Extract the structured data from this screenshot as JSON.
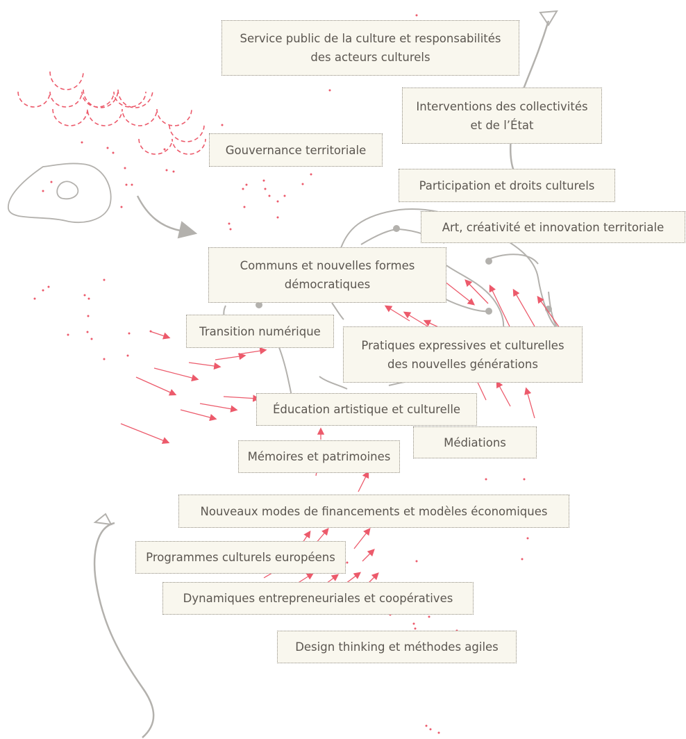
{
  "colors": {
    "accent": "#ec5a6b",
    "line": "#b3b1ad",
    "box_bg": "#f9f7ee",
    "box_border": "#8f8a80",
    "text": "#5b5650"
  },
  "nodes": [
    {
      "id": "service-public",
      "label": "Service public de la culture et responsabilités\ndes acteurs culturels"
    },
    {
      "id": "interventions",
      "label": "Interventions des collectivités\net de l’État"
    },
    {
      "id": "gouvernance",
      "label": "Gouvernance territoriale"
    },
    {
      "id": "participation",
      "label": "Participation et droits culturels"
    },
    {
      "id": "art-creativite",
      "label": "Art, créativité et innovation territoriale"
    },
    {
      "id": "communs",
      "label": "Communs et nouvelles formes\ndémocratiques"
    },
    {
      "id": "transition",
      "label": "Transition numérique"
    },
    {
      "id": "pratiques",
      "label": "Pratiques expressives et culturelles\ndes nouvelles générations"
    },
    {
      "id": "education",
      "label": "Éducation artistique et culturelle"
    },
    {
      "id": "mediations",
      "label": "Médiations"
    },
    {
      "id": "memoires",
      "label": "Mémoires et patrimoines"
    },
    {
      "id": "financements",
      "label": "Nouveaux modes de financements et modèles économiques"
    },
    {
      "id": "programmes",
      "label": "Programmes culturels européens"
    },
    {
      "id": "dynamiques",
      "label": "Dynamiques entrepreneuriales et coopératives"
    },
    {
      "id": "design",
      "label": "Design thinking et méthodes agiles"
    }
  ]
}
